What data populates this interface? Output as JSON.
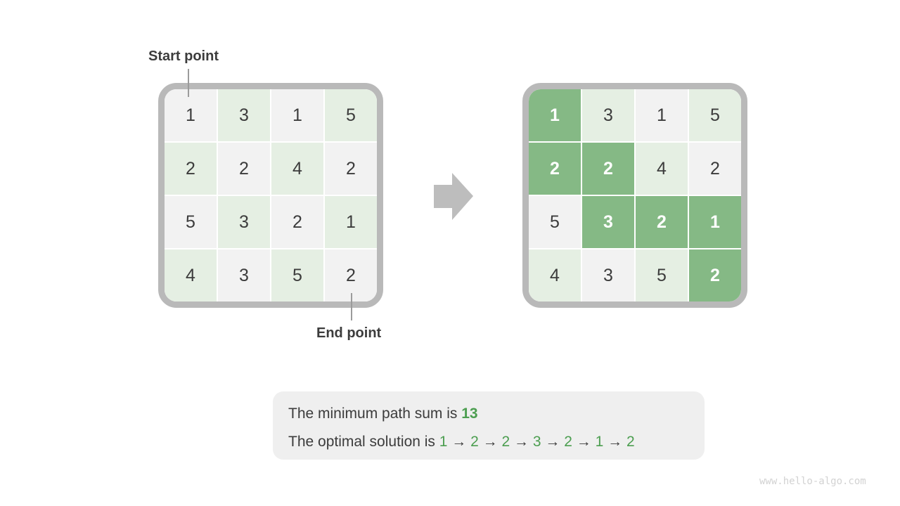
{
  "labels": {
    "start": "Start point",
    "end": "End point"
  },
  "grid_left": {
    "values": [
      [
        1,
        3,
        1,
        5
      ],
      [
        2,
        2,
        4,
        2
      ],
      [
        5,
        3,
        2,
        1
      ],
      [
        4,
        3,
        5,
        2
      ]
    ],
    "highlighted": []
  },
  "grid_right": {
    "values": [
      [
        1,
        3,
        1,
        5
      ],
      [
        2,
        2,
        4,
        2
      ],
      [
        5,
        3,
        2,
        1
      ],
      [
        4,
        3,
        5,
        2
      ]
    ],
    "highlighted": [
      [
        0,
        0
      ],
      [
        1,
        0
      ],
      [
        1,
        1
      ],
      [
        2,
        1
      ],
      [
        2,
        2
      ],
      [
        2,
        3
      ],
      [
        3,
        3
      ]
    ]
  },
  "summary": {
    "sum_prefix": "The minimum path sum is ",
    "sum_value": "13",
    "path_prefix": "The optimal solution is ",
    "path": [
      "1",
      "2",
      "2",
      "3",
      "2",
      "1",
      "2"
    ],
    "separator": "→"
  },
  "watermark": "www.hello-algo.com",
  "colors": {
    "cell-gray": "#f2f2f2",
    "cell-green-light": "#e5efe3",
    "cell-highlight": "#85b985",
    "frame-border": "#b9b9b9",
    "arrow-gray": "#bdbdbd",
    "text-dark": "#3c3c3c",
    "text-green": "#4c9e50",
    "summary-bg": "#efefef",
    "watermark-color": "#d2d2d2",
    "pointer-line": "#9b9b9b"
  }
}
